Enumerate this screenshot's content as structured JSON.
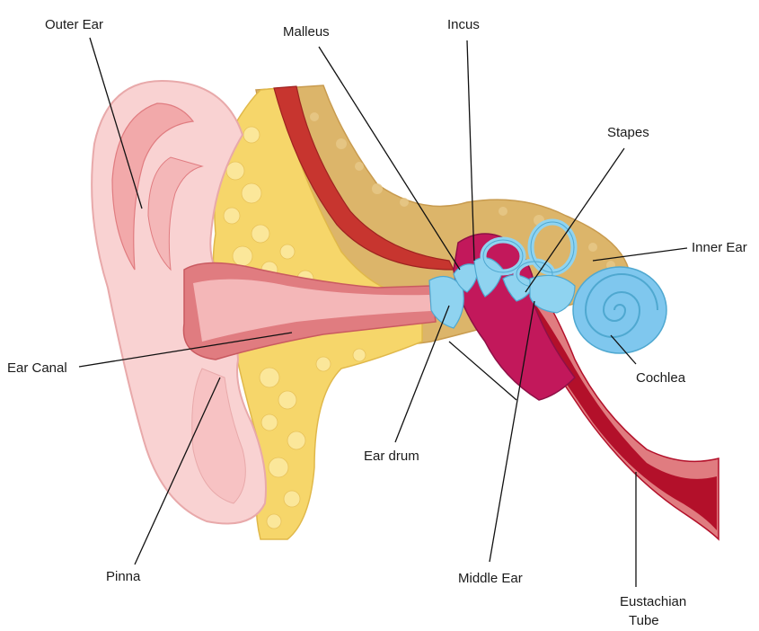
{
  "labels": {
    "outer_ear": "Outer Ear",
    "malleus": "Malleus",
    "incus": "Incus",
    "stapes": "Stapes",
    "inner_ear": "Inner Ear",
    "ear_canal": "Ear Canal",
    "cochlea": "Cochlea",
    "ear_drum": "Ear drum",
    "pinna": "Pinna",
    "middle_ear": "Middle Ear",
    "eustachian_tube_line1": "Eustachian",
    "eustachian_tube_line2": "Tube"
  },
  "colors": {
    "skin_light": "#f9d2d2",
    "skin_mid": "#f2a9aa",
    "skin_dark": "#e07c80",
    "fat": "#f6d66a",
    "bone": "#dcb56a",
    "muscle": "#c7352f",
    "middle_ear": "#c2185b",
    "ossicles": "#8fd3f0",
    "cochlea": "#7fc7ee",
    "tube_dark": "#b3102a"
  }
}
